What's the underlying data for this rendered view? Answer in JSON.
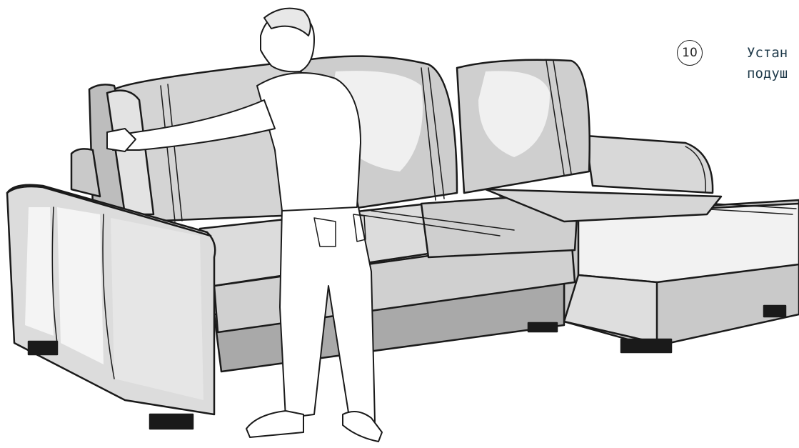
{
  "step": {
    "number": "10",
    "line1": "Устан",
    "line2": "подуш"
  },
  "colors": {
    "outline": "#1a1a1a",
    "fabric_light": "#d9d9d9",
    "fabric_mid": "#bfbfbf",
    "fabric_dark": "#9a9a9a",
    "highlight": "#f4f4f4",
    "feet": "#1a1a1a",
    "text": "#1f3a4a"
  },
  "illustration": {
    "subject_icon": "person-adjusting-sofa-back-cushion",
    "object_icon": "corner-sofa-icon"
  }
}
